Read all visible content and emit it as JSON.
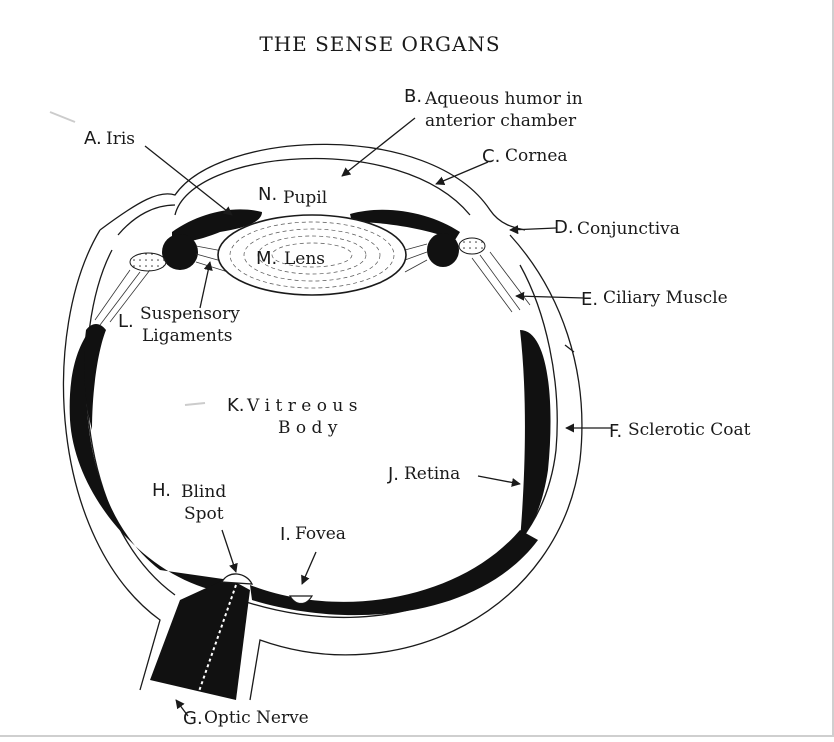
{
  "title": "THE SENSE ORGANS",
  "labels": {
    "a": {
      "letter": "A.",
      "text": "Iris"
    },
    "b": {
      "letter": "B.",
      "text1": "Aqueous humor in",
      "text2": "anterior chamber"
    },
    "c": {
      "letter": "C.",
      "text": "Cornea"
    },
    "d": {
      "letter": "D.",
      "text": "Conjunctiva"
    },
    "e": {
      "letter": "E.",
      "text": "Ciliary Muscle"
    },
    "f": {
      "letter": "F.",
      "text": "Sclerotic Coat"
    },
    "g": {
      "letter": "G.",
      "text": "Optic Nerve"
    },
    "h": {
      "letter": "H.",
      "text1": "Blind",
      "text2": "Spot"
    },
    "i": {
      "letter": "I.",
      "text": "Fovea"
    },
    "j": {
      "letter": "J.",
      "text": "Retina"
    },
    "k": {
      "letter": "K.",
      "text1": "V i t r e o u s",
      "text2": "B o d y"
    },
    "l": {
      "letter": "L.",
      "text1": "Suspensory",
      "text2": "Ligaments"
    },
    "m": {
      "letter": "M.",
      "text": "Lens"
    },
    "n": {
      "letter": "N.",
      "text": "Pupil"
    }
  }
}
